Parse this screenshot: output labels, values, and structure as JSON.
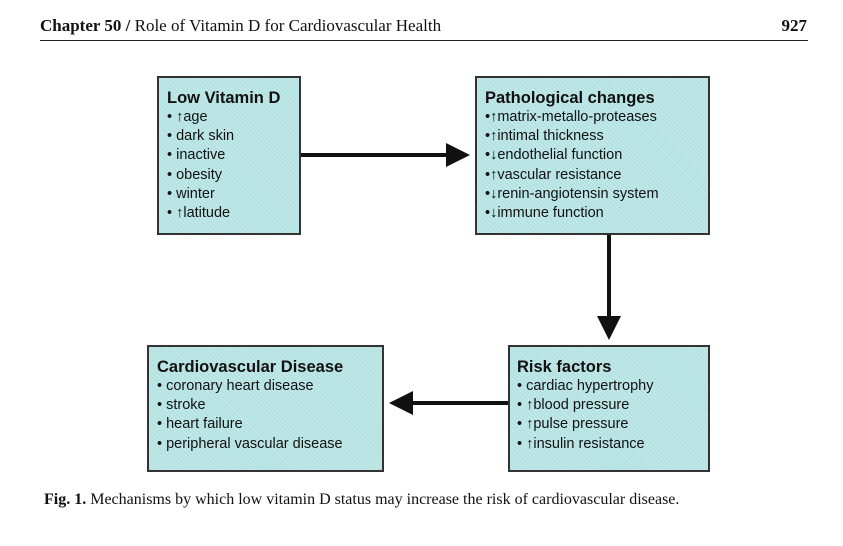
{
  "header": {
    "chapter": "Chapter 50 /",
    "title": "Role of Vitamin D for Cardiovascular Health",
    "page_number": "927"
  },
  "diagram": {
    "boxes": [
      {
        "title": "Low Vitamin D",
        "items": [
          "• ↑age",
          "• dark skin",
          "• inactive",
          "• obesity",
          "• winter",
          "• ↑latitude"
        ]
      },
      {
        "title": "Pathological changes",
        "items": [
          "•↑matrix-metallo-proteases",
          "•↑intimal thickness",
          "•↓endothelial function",
          "•↑vascular resistance",
          "•↓renin-angiotensin system",
          "•↓immune function"
        ]
      },
      {
        "title": "Risk factors",
        "items": [
          "• cardiac hypertrophy",
          "• ↑blood pressure",
          "• ↑pulse pressure",
          "• ↑insulin resistance"
        ]
      },
      {
        "title": "Cardiovascular Disease",
        "items": [
          "• coronary heart disease",
          "• stroke",
          "• heart failure",
          "• peripheral vascular disease"
        ]
      }
    ],
    "edges": [
      [
        "Low Vitamin D",
        "Pathological changes"
      ],
      [
        "Pathological changes",
        "Risk factors"
      ],
      [
        "Risk factors",
        "Cardiovascular Disease"
      ]
    ],
    "box_color": "#b4e2e2"
  },
  "caption": {
    "label": "Fig. 1.",
    "text": "Mechanisms by which low vitamin D status may increase the risk of cardiovascular disease."
  }
}
